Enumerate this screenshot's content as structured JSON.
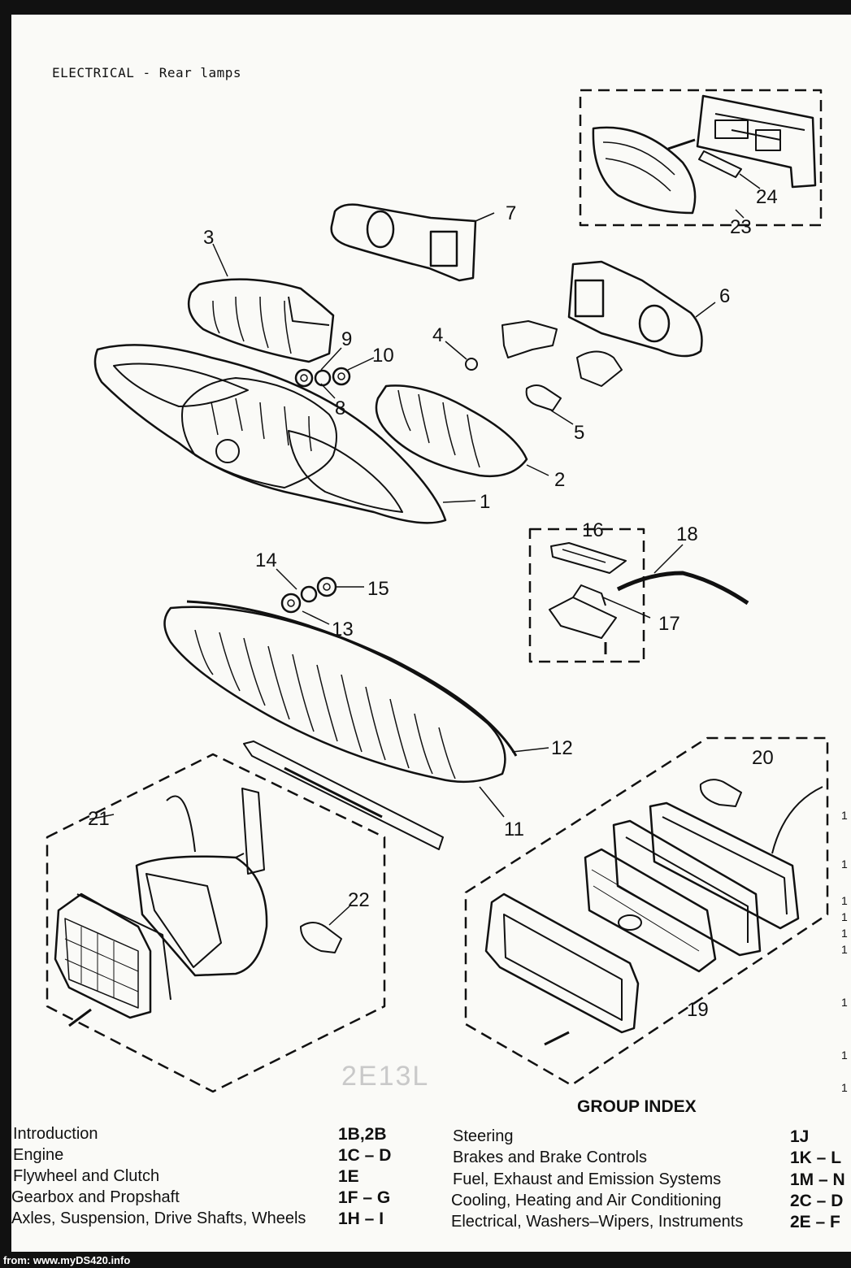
{
  "heading": "ELECTRICAL - Rear lamps",
  "callouts": [
    "1",
    "2",
    "3",
    "4",
    "5",
    "6",
    "7",
    "8",
    "9",
    "10",
    "11",
    "12",
    "13",
    "14",
    "15",
    "16",
    "17",
    "18",
    "19",
    "20",
    "21",
    "22",
    "23",
    "24"
  ],
  "handwritten_note": "2E13L",
  "group_index": {
    "title": "GROUP INDEX",
    "left": [
      {
        "label": "Introduction",
        "code": "1B,2B"
      },
      {
        "label": "Engine",
        "code": "1C – D"
      },
      {
        "label": "Flywheel and Clutch",
        "code": "1E"
      },
      {
        "label": "Gearbox and Propshaft",
        "code": "1F – G"
      },
      {
        "label": "Axles, Suspension, Drive Shafts, Wheels",
        "code": "1H – I"
      }
    ],
    "right": [
      {
        "label": "Steering",
        "code": "1J"
      },
      {
        "label": "Brakes and Brake Controls",
        "code": "1K – L"
      },
      {
        "label": "Fuel, Exhaust and Emission Systems",
        "code": "1M – N"
      },
      {
        "label": "Cooling, Heating and Air Conditioning",
        "code": "2C – D"
      },
      {
        "label": "Electrical, Washers–Wipers, Instruments",
        "code": "2E – F"
      }
    ]
  },
  "footer_source": "from: www.myDS420.info"
}
